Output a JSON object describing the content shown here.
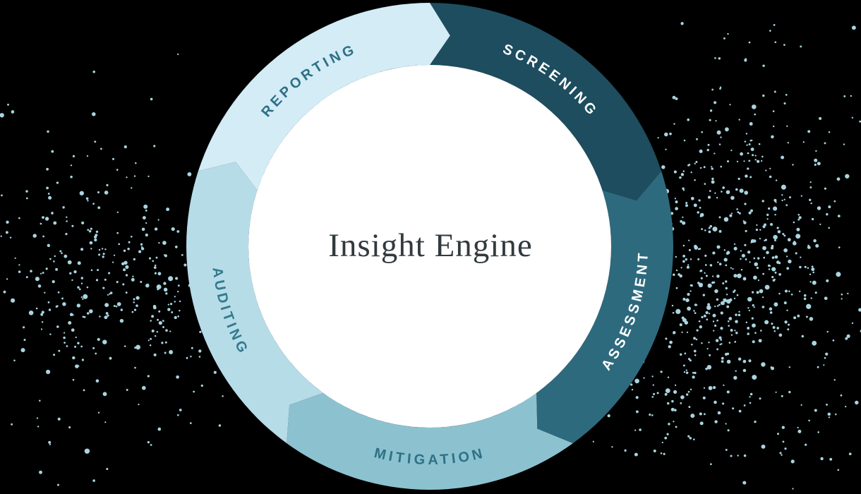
{
  "background_color": "#000000",
  "diagram": {
    "center_label": "Insight Engine",
    "center_text_color": "#313a3d",
    "center_circle_color": "#ffffff",
    "dot_color": "#a9d4e0",
    "segments": [
      {
        "id": "screening",
        "label": "SCREENING",
        "color": "#1d4d5e",
        "label_color": "#ffffff",
        "start_angle": 0,
        "end_angle": 72,
        "label_direction": "clockwise"
      },
      {
        "id": "assessment",
        "label": "ASSESSMENT",
        "color": "#2e6a7d",
        "label_color": "#ffffff",
        "start_angle": 72,
        "end_angle": 144,
        "label_direction": "counterclockwise"
      },
      {
        "id": "mitigation",
        "label": "MITIGATION",
        "color": "#8cc2cf",
        "label_color": "#2e7086",
        "start_angle": 144,
        "end_angle": 216,
        "label_direction": "counterclockwise"
      },
      {
        "id": "auditing",
        "label": "AUDITING",
        "color": "#b6dce8",
        "label_color": "#337a8d",
        "start_angle": 216,
        "end_angle": 288,
        "label_direction": "counterclockwise"
      },
      {
        "id": "reporting",
        "label": "REPORTING",
        "color": "#d3ecf6",
        "label_color": "#2e7086",
        "start_angle": 288,
        "end_angle": 360,
        "label_direction": "clockwise"
      }
    ]
  }
}
